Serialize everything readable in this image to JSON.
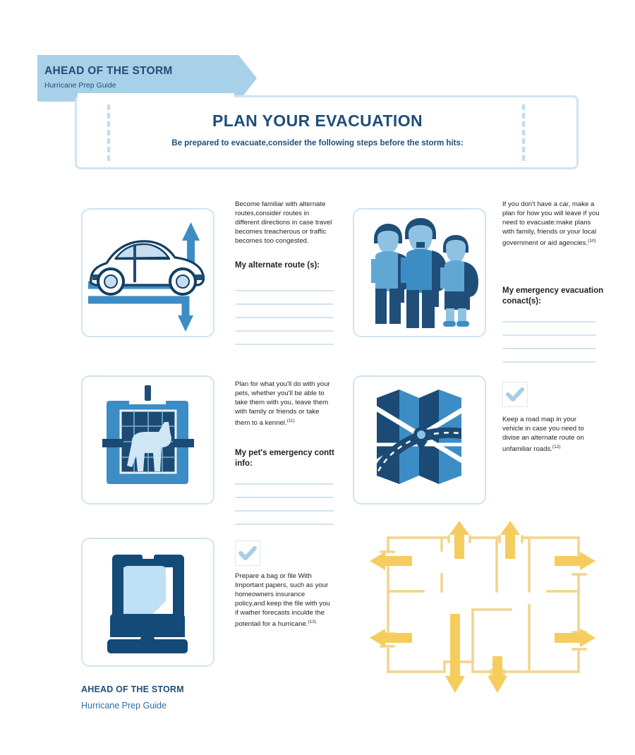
{
  "ribbon": {
    "title": "AHEAD OF THE STORM",
    "subtitle": "Hurricane Prep Guide"
  },
  "title_panel": {
    "heading": "PLAN YOUR EVACUATION",
    "subheading": "Be prepared to evacuate,consider the following steps before the storm  hits:"
  },
  "sections": {
    "alternate_routes": {
      "body": "Become familiar with alternate routes,consider routes in different directions in case travel becomes treacherous or traffic becomes too congested.",
      "prompt": "My alternate route (s):",
      "line_count": 5,
      "icon": "car-with-route-arrows-icon"
    },
    "no_car": {
      "body": "If you don't have a car, make a plan for how you will leave if you need to evacuate:make plans with family, friends or your local government or aid agencies.",
      "footnote": "(10)",
      "prompt": "My emergency evacuation conact(s):",
      "line_count": 4,
      "icon": "three-people-with-backpacks-icon"
    },
    "pets": {
      "body": "Plan for what you'll do with your pets, whether you'll be able to take them with you, leave them with family or friends or take them to a kennel.",
      "footnote": "(11)",
      "prompt": "My pet's emergency contt info:",
      "line_count": 4,
      "icon": "pet-carrier-icon"
    },
    "road_map": {
      "body": "Keep a road map in your vehicle in case you need to divise an alternate route on unfamiliar roads.",
      "footnote": "(12)",
      "icon": "folded-road-map-icon",
      "check_icon": "checkmark-icon"
    },
    "documents": {
      "body": "Prepare a bag or file With Important papers, such as your homeowners insurance policy,and keep the file with you if wather forecasts inculde the potentail for a hurricane.",
      "footnote": "(13)",
      "icon": "document-file-icon",
      "check_icon": "checkmark-icon"
    },
    "floor_plan": {
      "icon": "floor-plan-evacuation-routes-icon"
    }
  },
  "footer": {
    "title": "AHEAD OF THE STORM",
    "subtitle": "Hurricane Prep Guide"
  },
  "colors": {
    "dark_blue": "#1f4e79",
    "mid_blue": "#2e6da4",
    "light_blue": "#a8d0e8",
    "pale_blue": "#cfe4f3",
    "line_blue": "#d5e4ee",
    "yellow": "#f5d168"
  }
}
